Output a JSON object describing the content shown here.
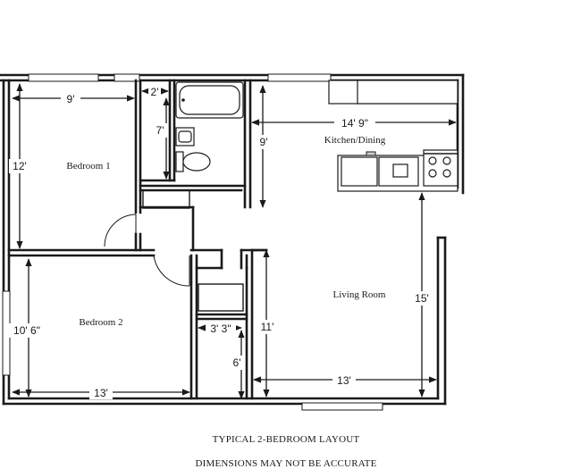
{
  "rooms": {
    "bedroom1": "Bedroom 1",
    "bedroom2": "Bedroom 2",
    "kitchen": "Kitchen/Dining",
    "living": "Living Room"
  },
  "dimensions": {
    "bed1_width": "9'",
    "bed1_height": "12'",
    "closet_width": "2'",
    "closet_height": "7'",
    "bath_height": "9'",
    "kitchen_width": "14' 9\"",
    "bed2_height": "10' 6\"",
    "bed2_width": "13'",
    "hall_closet_width": "3' 3\"",
    "hall_closet_height": "6'",
    "living_left_height": "11'",
    "living_width": "13'",
    "living_right_height": "15'"
  },
  "captions": {
    "title": "TYPICAL 2-BEDROOM LAYOUT",
    "note": "DIMENSIONS MAY NOT BE ACCURATE"
  }
}
